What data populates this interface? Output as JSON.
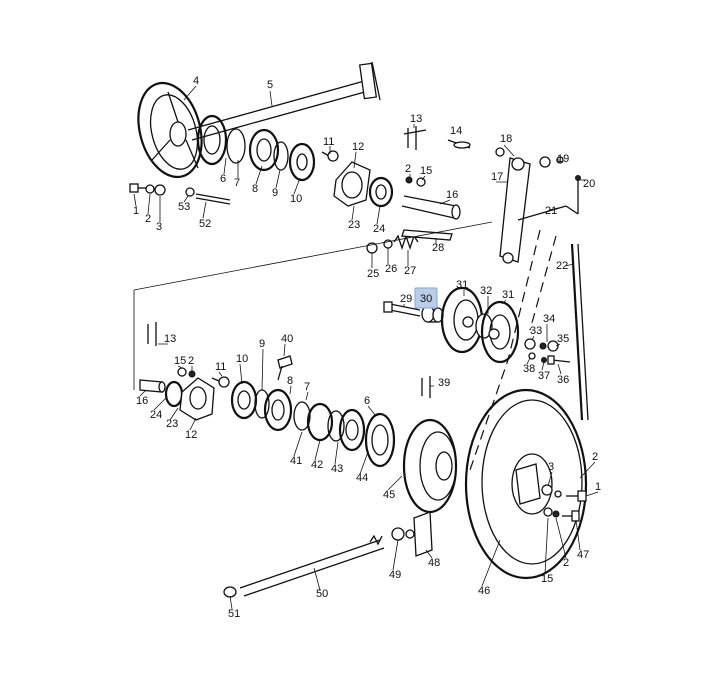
{
  "labels": {
    "p1a": "1",
    "p1b": "1",
    "p2a": "2",
    "p2b": "2",
    "p2c": "2",
    "p2d": "2",
    "p3a": "3",
    "p3b": "3",
    "p4": "4",
    "p5": "5",
    "p6a": "6",
    "p6b": "6",
    "p7a": "7",
    "p7b": "7",
    "p8a": "8",
    "p8b": "8",
    "p9a": "9",
    "p9b": "9",
    "p10a": "10",
    "p10b": "10",
    "p11a": "11",
    "p11b": "11",
    "p12a": "12",
    "p12b": "12",
    "p13a": "13",
    "p13b": "13",
    "p14": "14",
    "p15a": "15",
    "p15b": "15",
    "p15c": "15",
    "p16a": "16",
    "p16b": "16",
    "p17": "17",
    "p18": "18",
    "p19": "19",
    "p20": "20",
    "p21": "21",
    "p22": "22",
    "p23a": "23",
    "p23b": "23",
    "p24a": "24",
    "p24b": "24",
    "p25": "25",
    "p26": "26",
    "p27": "27",
    "p28": "28",
    "p29": "29",
    "p30": "30",
    "p31a": "31",
    "p31b": "31",
    "p32": "32",
    "p33": "33",
    "p34": "34",
    "p35": "35",
    "p36": "36",
    "p37": "37",
    "p38": "38",
    "p39": "39",
    "p40": "40",
    "p41": "41",
    "p42": "42",
    "p43": "43",
    "p44": "44",
    "p45": "45",
    "p46": "46",
    "p47": "47",
    "p48": "48",
    "p49": "49",
    "p50": "50",
    "p51": "51",
    "p52": "52",
    "p53": "53"
  },
  "highlight": {
    "label_key": "p30",
    "color": "#b9cde8",
    "border": "#8aa6cf"
  }
}
